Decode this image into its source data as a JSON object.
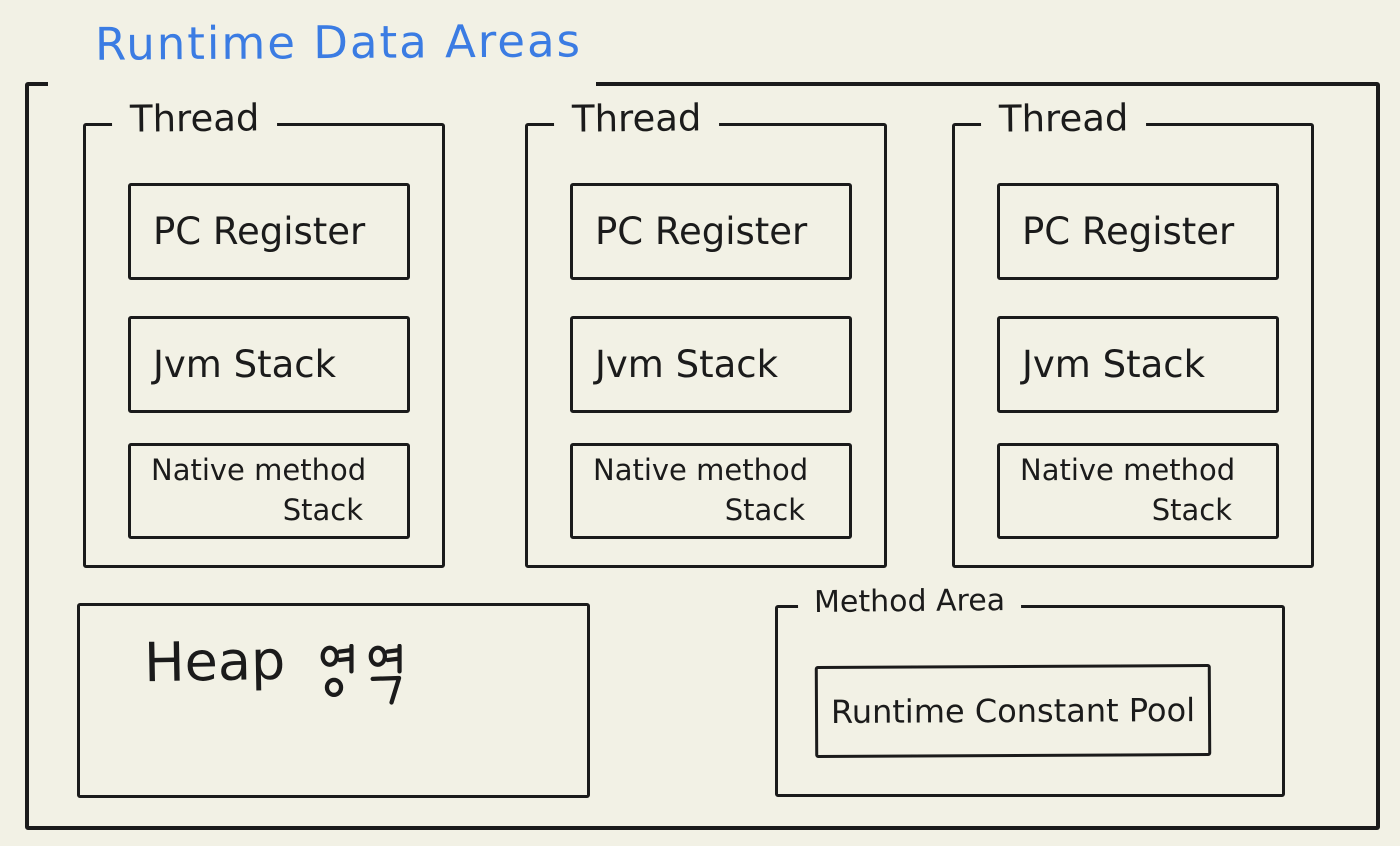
{
  "title": {
    "text": "Runtime Data Areas",
    "color": "#3B7CE3"
  },
  "colors": {
    "background": "#F2F1E5",
    "ink": "#1B1B1B"
  },
  "threads": [
    {
      "label": "Thread",
      "pc_register": "PC Register",
      "jvm_stack": "Jvm Stack",
      "native_method_stack": {
        "line1": "Native method",
        "line2": "Stack"
      }
    },
    {
      "label": "Thread",
      "pc_register": "PC Register",
      "jvm_stack": "Jvm Stack",
      "native_method_stack": {
        "line1": "Native method",
        "line2": "Stack"
      }
    },
    {
      "label": "Thread",
      "pc_register": "PC Register",
      "jvm_stack": "Jvm Stack",
      "native_method_stack": {
        "line1": "Native method",
        "line2": "Stack"
      }
    }
  ],
  "heap": {
    "label": "Heap",
    "label_korean": "영역"
  },
  "method_area": {
    "label": "Method Area",
    "runtime_constant_pool": "Runtime Constant Pool"
  }
}
